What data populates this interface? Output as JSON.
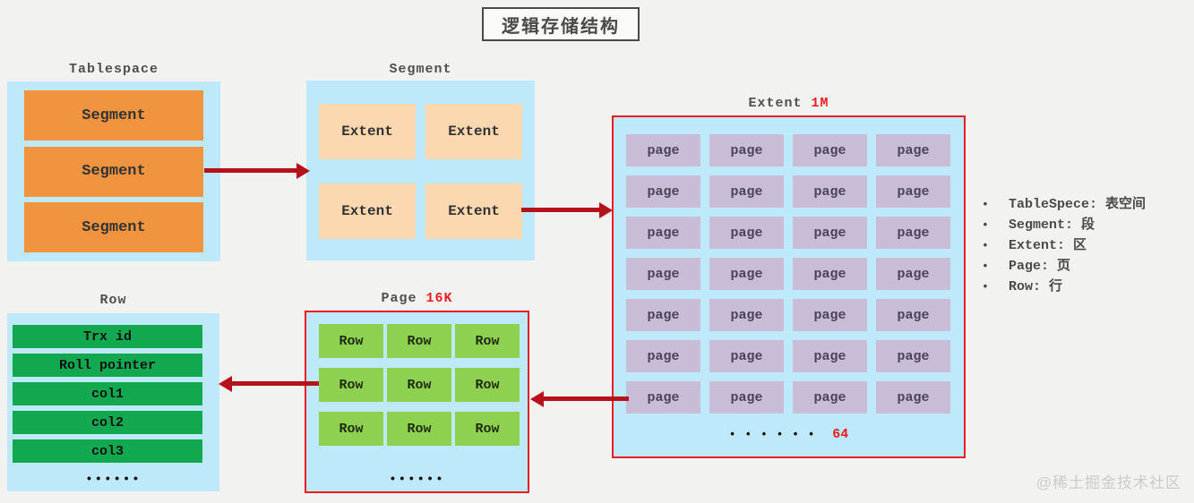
{
  "title": "逻辑存储结构",
  "tablespace": {
    "label": "Tablespace",
    "segments": [
      "Segment",
      "Segment",
      "Segment"
    ]
  },
  "segment": {
    "label": "Segment",
    "extents": [
      "Extent",
      "Extent",
      "Extent",
      "Extent"
    ]
  },
  "extent": {
    "label": "Extent",
    "size": "1M",
    "grid": {
      "rows": 7,
      "cols": 4
    },
    "cell_label": "page",
    "ellipsis": "• • • • • •",
    "count": "64"
  },
  "page": {
    "label": "Page",
    "size": "16K",
    "grid": {
      "rows": 3,
      "cols": 3
    },
    "cell_label": "Row",
    "ellipsis": "••••••"
  },
  "row": {
    "label": "Row",
    "fields": [
      "Trx id",
      "Roll pointer",
      "col1",
      "col2",
      "col3"
    ],
    "ellipsis": "••••••"
  },
  "legend": {
    "bullet": "•",
    "items": [
      "TableSpece: 表空间",
      "Segment: 段",
      "Extent: 区",
      "Page: 页",
      "Row: 行"
    ]
  },
  "watermark": "@稀土掘金技术社区",
  "colors": {
    "background": "#f2f2f0",
    "container_blue": "#bde9fa",
    "segment_orange": "#f0943f",
    "extent_peach": "#fbd8af",
    "page_lavender": "#c9bcd6",
    "row_green": "#8ed04f",
    "field_green": "#12a84f",
    "highlight_red": "#ed1c24",
    "arrow_red": "#b5121b",
    "label_gray": "#4f4f4f"
  }
}
